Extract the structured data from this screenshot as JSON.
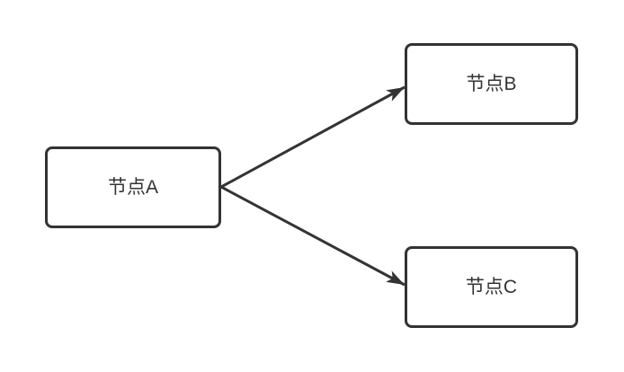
{
  "diagram": {
    "nodes": [
      {
        "id": "A",
        "label": "节点A"
      },
      {
        "id": "B",
        "label": "节点B"
      },
      {
        "id": "C",
        "label": "节点C"
      }
    ],
    "edges": [
      {
        "from": "A",
        "to": "B",
        "style": "solid-arrow"
      },
      {
        "from": "A",
        "to": "C",
        "style": "solid-arrow"
      }
    ],
    "colors": {
      "stroke": "#333333",
      "node_border": "#333333",
      "node_fill": "#ffffff",
      "text": "#333333",
      "background": "#ffffff"
    }
  }
}
